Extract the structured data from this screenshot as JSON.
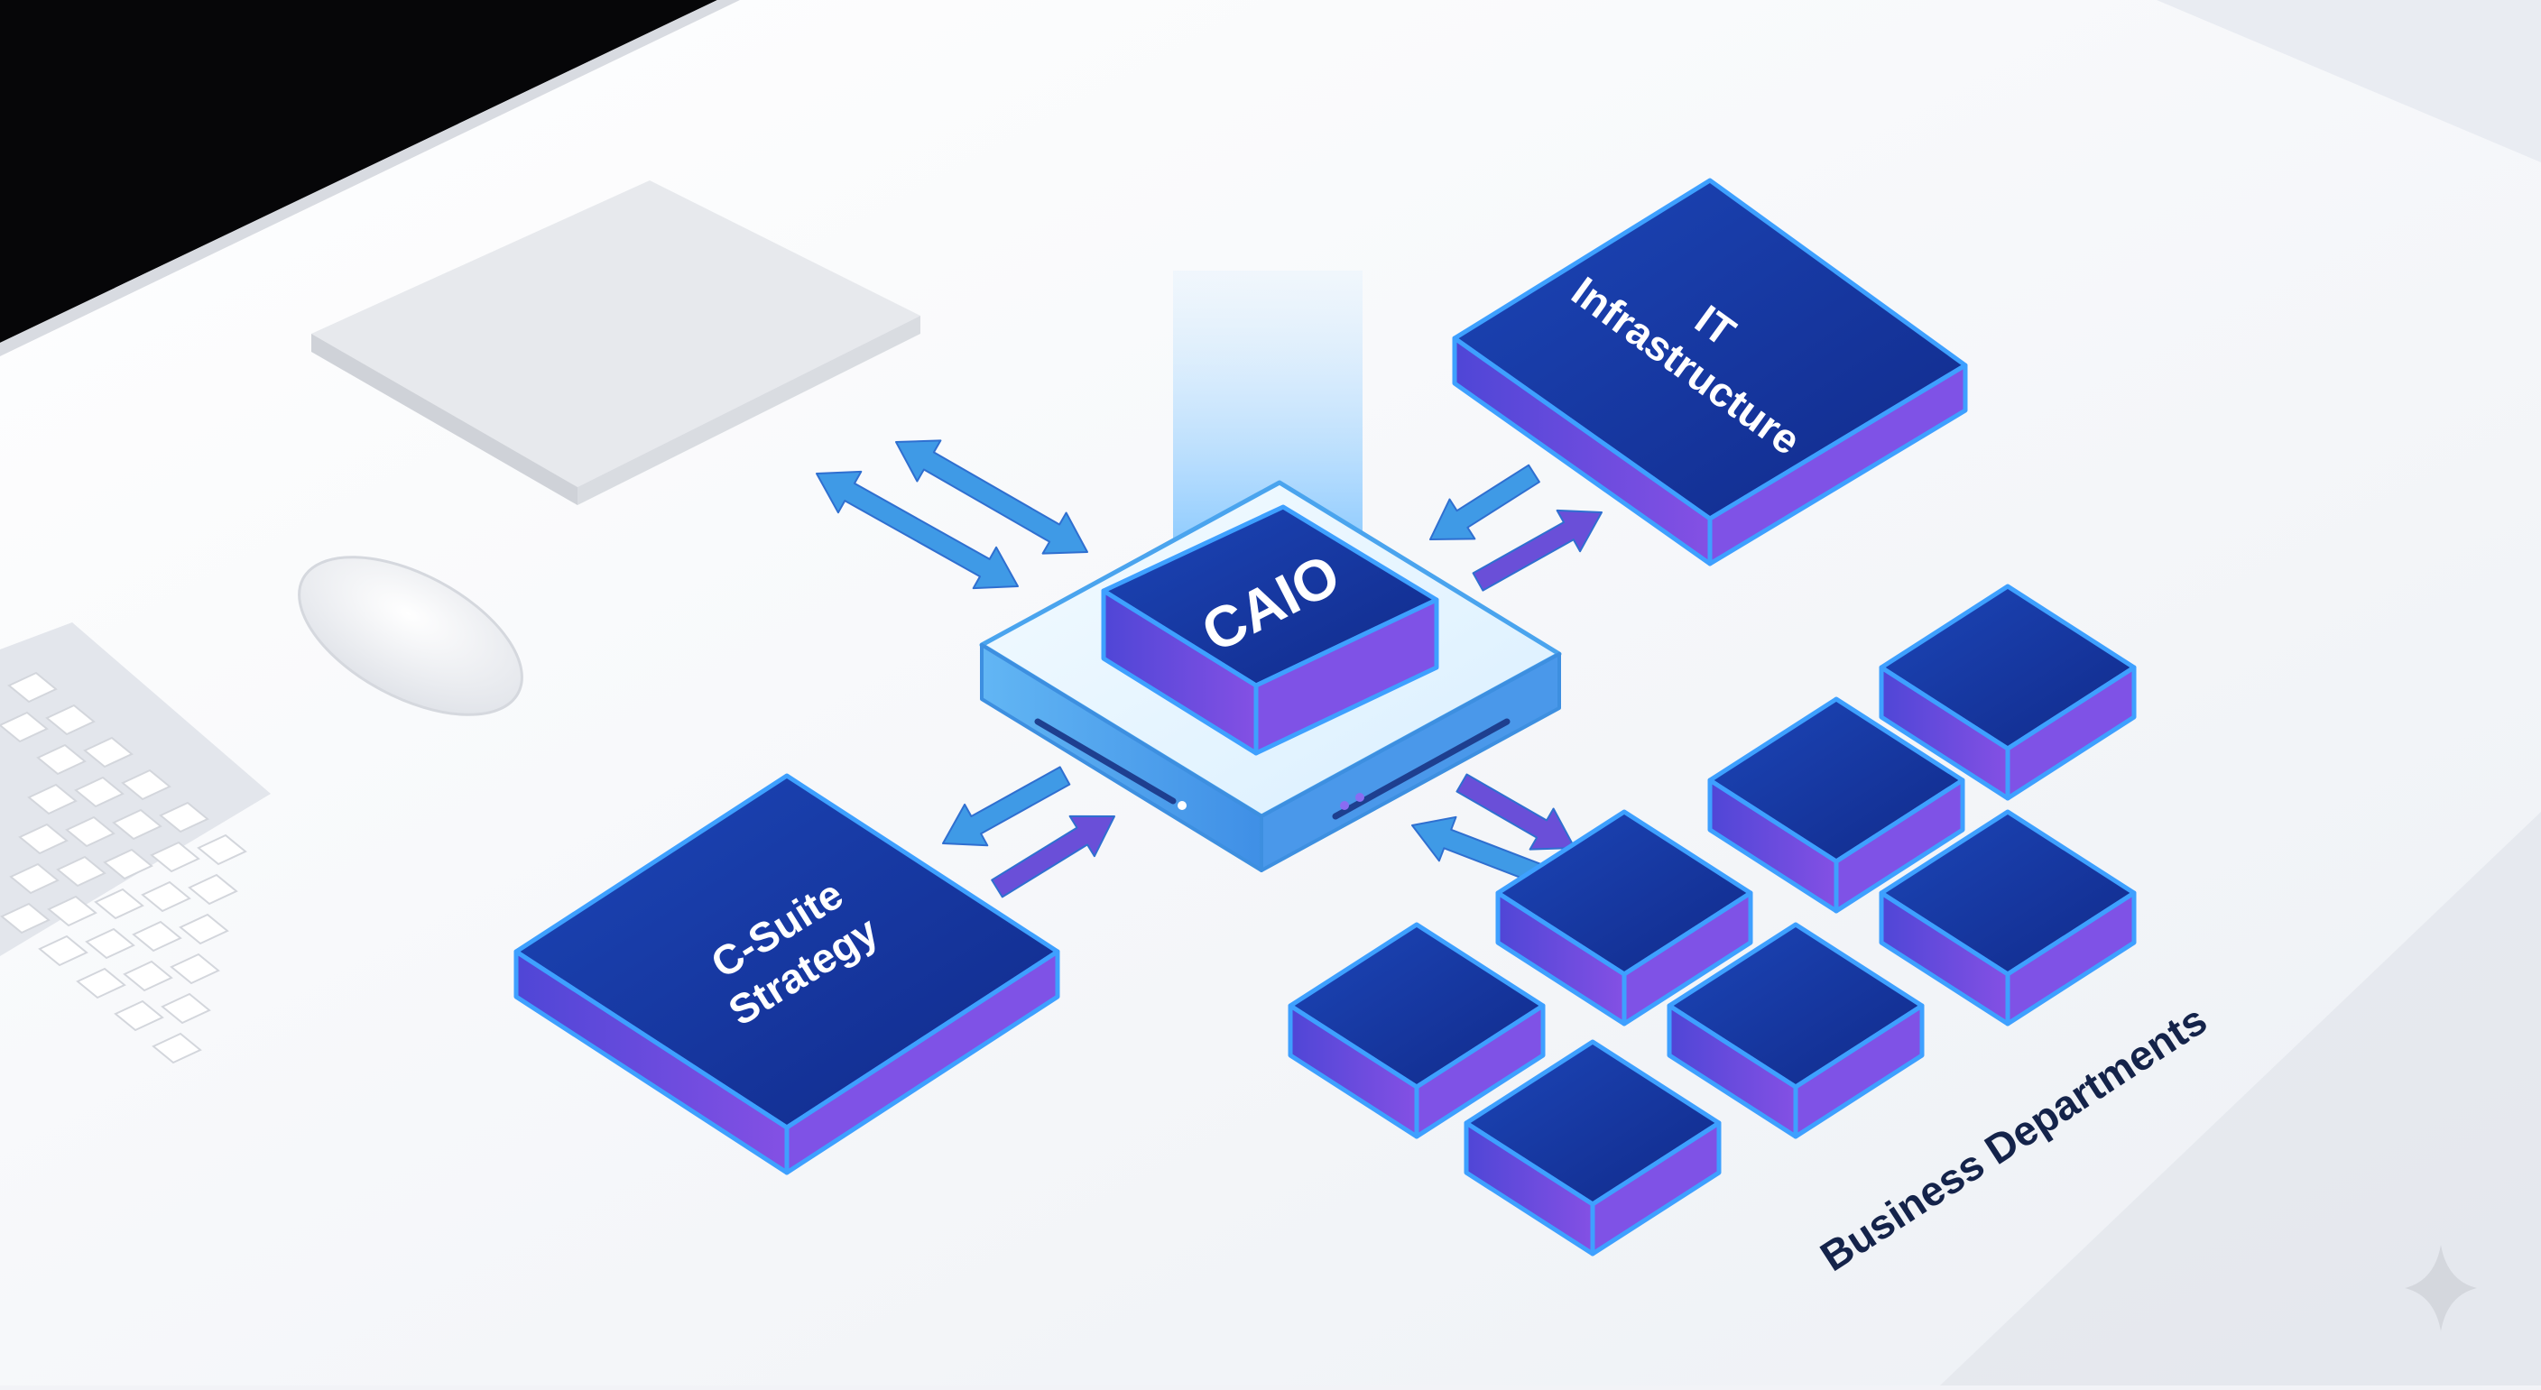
{
  "diagram": {
    "hub": {
      "label": "CAIO"
    },
    "nodes": {
      "it": {
        "label_lines": [
          "IT",
          "Infrastructure"
        ]
      },
      "csuite": {
        "label_lines": [
          "C-Suite",
          "Strategy"
        ]
      }
    },
    "group": {
      "label": "Business Departments",
      "block_count": 7
    }
  },
  "colors": {
    "block_top": "#16359c",
    "block_side": "#7a4de0",
    "hub_base": "#3aa2f0",
    "arrow_blue": "#3f9ae6",
    "arrow_purple": "#6a4fd8",
    "label_dark": "#14234a",
    "beam": "#9fd4ff"
  },
  "icons": [
    "desktop-monitor",
    "computer-mouse",
    "keyboard",
    "sparkle-icon"
  ]
}
